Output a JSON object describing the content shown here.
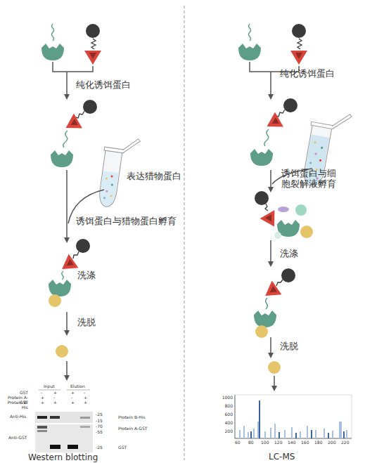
{
  "diagram": {
    "labels": [
      "纯化诱饵蛋白",
      "表达猎物蛋白",
      "诱饵蛋白与猎物蛋白孵育",
      "洗涤",
      "洗脱",
      "GST",
      "Protein A-GST",
      "Protein B-His",
      "Input",
      "Elution",
      "-",
      "+",
      "+",
      "-",
      "+",
      "-",
      "-",
      "+",
      "+",
      "+",
      "+",
      "+",
      "Anti-His",
      "Anti-GST",
      "-25",
      "-15",
      "-70",
      "-55",
      "-25",
      "Protein B-His",
      "Protein A-GST",
      "GST",
      "Western blotting",
      "纯化诱饵蛋白",
      "诱饵蛋白与细 胞裂解液孵育",
      "洗涤",
      "洗脱",
      "1000",
      "800",
      "600",
      "400",
      "200",
      "60",
      "80",
      "100",
      "120",
      "140",
      "160",
      "180",
      "200",
      "220",
      "LC-MS"
    ]
  }
}
